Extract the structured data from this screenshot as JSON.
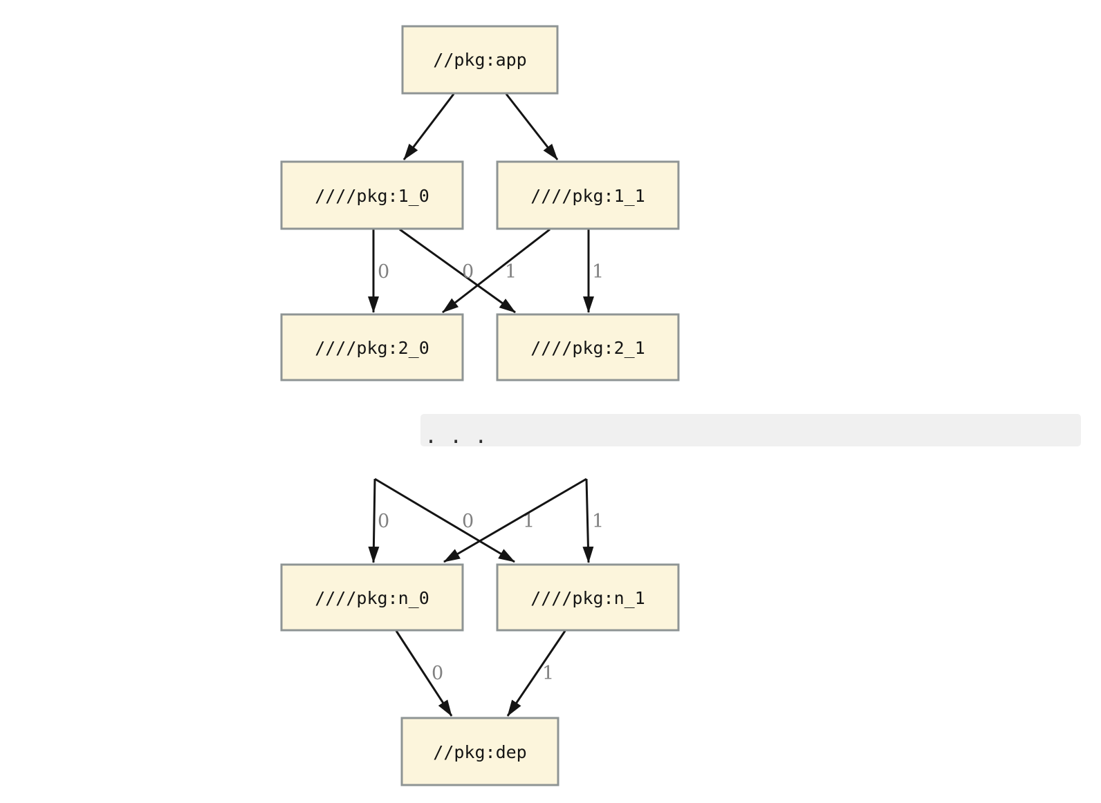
{
  "diagram": {
    "type": "dependency-graph",
    "nodes": {
      "app": {
        "label": "//pkg:app"
      },
      "v1_0": {
        "label": "////pkg:1_0"
      },
      "v1_1": {
        "label": "////pkg:1_1"
      },
      "v2_0": {
        "label": "////pkg:2_0"
      },
      "v2_1": {
        "label": "////pkg:2_1"
      },
      "vn_0": {
        "label": "////pkg:n_0"
      },
      "vn_1": {
        "label": "////pkg:n_1"
      },
      "dep": {
        "label": "//pkg:dep"
      }
    },
    "ellipsis": ". . .",
    "edges": [
      {
        "from": "//pkg:app",
        "to": "////pkg:1_0",
        "label": ""
      },
      {
        "from": "//pkg:app",
        "to": "////pkg:1_1",
        "label": ""
      },
      {
        "from": "////pkg:1_0",
        "to": "////pkg:2_0",
        "label": "0"
      },
      {
        "from": "////pkg:1_0",
        "to": "////pkg:2_1",
        "label": "1"
      },
      {
        "from": "////pkg:1_1",
        "to": "////pkg:2_0",
        "label": "0"
      },
      {
        "from": "////pkg:1_1",
        "to": "////pkg:2_1",
        "label": "1"
      },
      {
        "from": "...",
        "to": "////pkg:n_0",
        "label": "0"
      },
      {
        "from": "...",
        "to": "////pkg:n_1",
        "label": "1"
      },
      {
        "from": "...",
        "to": "////pkg:n_0",
        "label": "0"
      },
      {
        "from": "...",
        "to": "////pkg:n_1",
        "label": "1"
      },
      {
        "from": "////pkg:n_0",
        "to": "//pkg:dep",
        "label": "0"
      },
      {
        "from": "////pkg:n_1",
        "to": "//pkg:dep",
        "label": "1"
      }
    ],
    "colors": {
      "node_fill": "#fcf5dc",
      "node_border": "#8e9494",
      "edge": "#141414",
      "edge_label": "#808080",
      "ellipsis_band": "#f0f0f0",
      "dots": "#2e2e2e",
      "background": "#ffffff"
    }
  }
}
